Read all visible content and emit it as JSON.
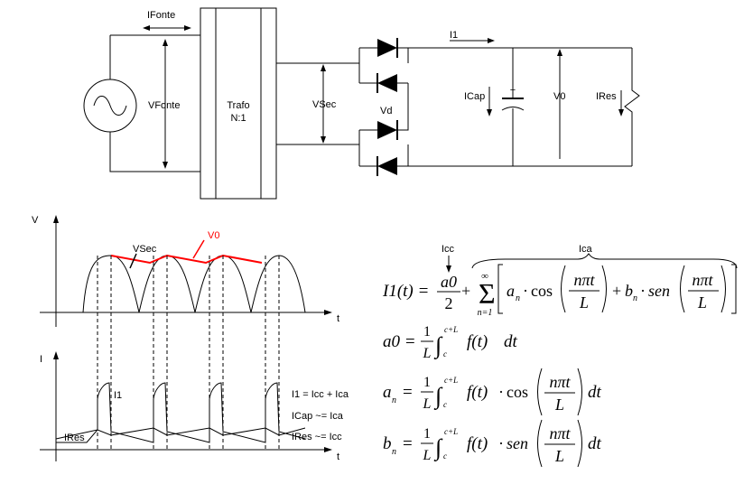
{
  "circuit": {
    "ifonte": "IFonte",
    "vfonte": "VFonte",
    "trafo_line1": "Trafo",
    "trafo_line2": "N:1",
    "vsec": "VSec",
    "vd": "Vd",
    "i1": "I1",
    "icap": "ICap",
    "v0": "V0",
    "ires": "IRes"
  },
  "voltage_graph": {
    "axis_v": "V",
    "axis_t": "t",
    "vsec": "VSec",
    "v0": "V0",
    "v0_color": "#ff0000"
  },
  "current_graph": {
    "axis_i": "I",
    "axis_t": "t",
    "i1": "I1",
    "ires": "IRes",
    "note1": "I1 = Icc + Ica",
    "note2": "ICap ~= Ica",
    "note3": "IRes ~= Icc"
  },
  "equations": {
    "icc_label": "Icc",
    "ica_label": "Ica",
    "main_lhs": "I1(t) =",
    "a0_num": "a0",
    "a0_den": "2",
    "plus": "+",
    "sum_top": "∞",
    "sum_bottom": "n=1",
    "an_term": "a",
    "sub_n": "n",
    "cos": "cos",
    "sen": "sen",
    "frac_num": "nπt",
    "frac_den": "L",
    "bn_term": "b",
    "a0_lhs": "a0 =",
    "an_lhs": "a",
    "bn_lhs": "b",
    "one": "1",
    "L": "L",
    "int_upper": "c+L",
    "int_lower": "c",
    "ft": "f(t)",
    "dt": "dt"
  }
}
